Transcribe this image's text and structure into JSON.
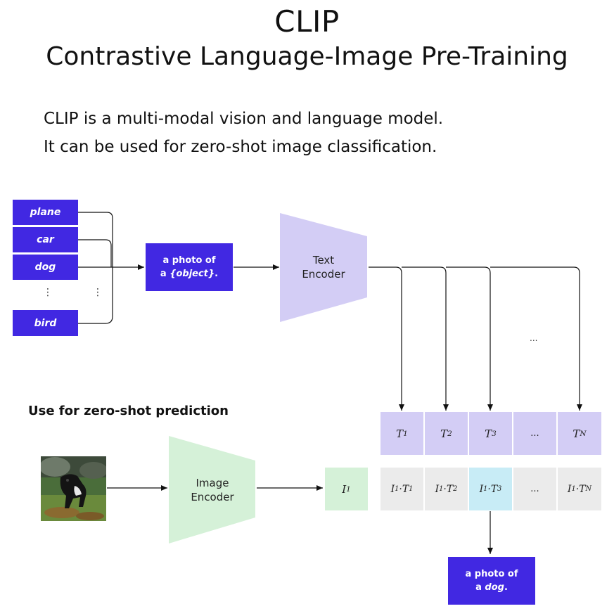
{
  "title": "CLIP",
  "subtitle": "Contrastive Language-Image Pre-Training",
  "description": [
    "CLIP is a multi-modal vision and language model.",
    "It can be used for zero-shot image classification."
  ],
  "labels": [
    "plane",
    "car",
    "dog",
    "bird"
  ],
  "ellipsis_vertical": "⋮",
  "prompt_template": {
    "line1": "a photo of",
    "line2_prefix": "a ",
    "line2_obj": "{object}",
    "line2_suffix": "."
  },
  "text_encoder": {
    "line1": "Text",
    "line2": "Encoder"
  },
  "image_encoder": {
    "line1": "Image",
    "line2": "Encoder"
  },
  "ellipsis_mid": "...",
  "section_heading": "Use for zero-shot prediction",
  "text_embeddings": [
    {
      "base": "T",
      "sub": "1"
    },
    {
      "base": "T",
      "sub": "2"
    },
    {
      "base": "T",
      "sub": "3"
    },
    {
      "base": "...",
      "sub": ""
    },
    {
      "base": "T",
      "sub": "N"
    }
  ],
  "image_embedding": {
    "base": "I",
    "sub": "1"
  },
  "products": [
    {
      "a": "I",
      "asub": "1",
      "b": "T",
      "bsub": "1"
    },
    {
      "a": "I",
      "asub": "1",
      "b": "T",
      "bsub": "2"
    },
    {
      "a": "I",
      "asub": "1",
      "b": "T",
      "bsub": "3"
    },
    {
      "a": "...",
      "asub": "",
      "b": "",
      "bsub": ""
    },
    {
      "a": "I",
      "asub": "1",
      "b": "T",
      "bsub": "N"
    }
  ],
  "highlight_index": 2,
  "result": {
    "line1": "a photo of",
    "line2_prefix": "a ",
    "line2_obj": "dog",
    "line2_suffix": "."
  },
  "colors": {
    "accent": "#4128e2",
    "text_encoder": "#d3cdf5",
    "image_encoder": "#d5f1d8",
    "product_cell": "#ebebeb",
    "highlight": "#c8ecf6"
  }
}
